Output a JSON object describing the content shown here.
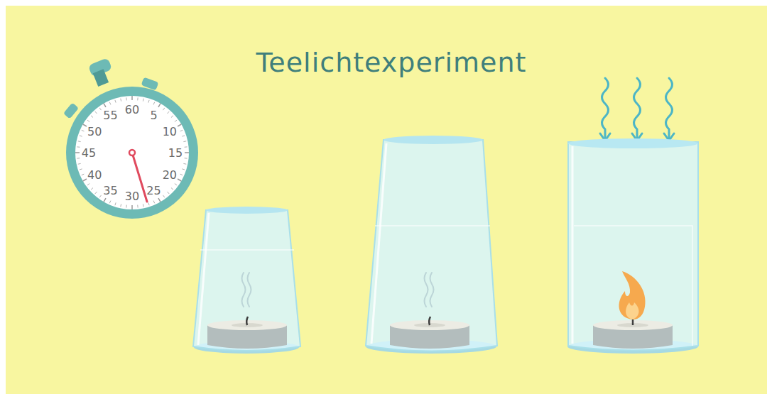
{
  "diagram": {
    "title": "Teelichtexperiment",
    "labels": [
      "60",
      "5",
      "10",
      "15",
      "20",
      "25",
      "30",
      "35",
      "40",
      "45",
      "50",
      "55"
    ]
  }
}
